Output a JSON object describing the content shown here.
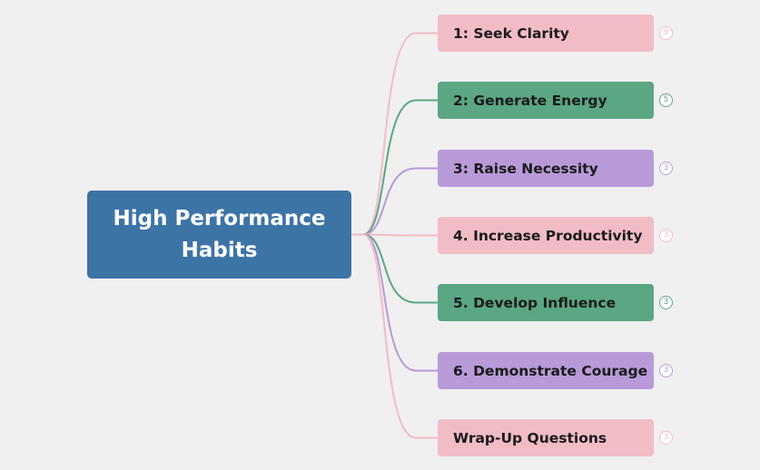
{
  "mindmap": {
    "root": {
      "label_lines": [
        "High Performance",
        "Habits"
      ],
      "color": "#3d74a6"
    },
    "branches": [
      {
        "id": "seek-clarity",
        "label": "1: Seek Clarity",
        "count": "9",
        "color": "#f2bcc7",
        "line": "#f2bcc7"
      },
      {
        "id": "generate-energy",
        "label": "2: Generate Energy",
        "count": "5",
        "color": "#5ba683",
        "line": "#5ba683"
      },
      {
        "id": "raise-necessity",
        "label": "3: Raise Necessity",
        "count": "3",
        "color": "#b89ad9",
        "line": "#b89ad9"
      },
      {
        "id": "increase-productivity",
        "label": "4. Increase Productivity",
        "count": "3",
        "color": "#f2bcc7",
        "line": "#f2bcc7"
      },
      {
        "id": "develop-influence",
        "label": "5. Develop Influence",
        "count": "3",
        "color": "#5ba683",
        "line": "#5ba683"
      },
      {
        "id": "demonstrate-courage",
        "label": "6. Demonstrate Courage",
        "count": "3",
        "color": "#b89ad9",
        "line": "#b89ad9"
      },
      {
        "id": "wrap-up-questions",
        "label": "Wrap-Up Questions",
        "count": "3",
        "color": "#f2bcc7",
        "line": "#f2bcc7"
      }
    ]
  }
}
